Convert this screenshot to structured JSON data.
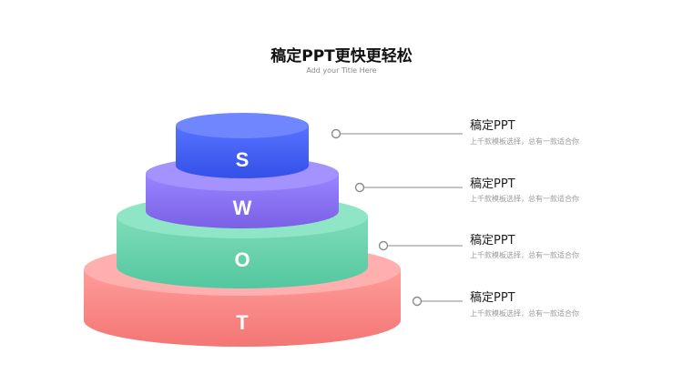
{
  "header": {
    "title": "稿定PPT更快更轻松",
    "subtitle": "Add your Title Here"
  },
  "colors": {
    "s_top": "#6f86ff",
    "s_side": "#3452e6",
    "w_top": "#a492ff",
    "w_side": "#7b63e8",
    "o_top": "#8ee6c6",
    "o_side": "#55c9a2",
    "t_top": "#ffb0ae",
    "t_side": "#f07a78",
    "connector": "#8a8a8a"
  },
  "layers": [
    {
      "letter": "S",
      "icon": "circle-marker-icon"
    },
    {
      "letter": "W",
      "icon": "circle-marker-icon"
    },
    {
      "letter": "O",
      "icon": "circle-marker-icon"
    },
    {
      "letter": "T",
      "icon": "circle-marker-icon"
    }
  ],
  "items": [
    {
      "title": "稿定PPT",
      "desc": "上千款模板选择，总有一款适合你"
    },
    {
      "title": "稿定PPT",
      "desc": "上千款模板选择，总有一款适合你"
    },
    {
      "title": "稿定PPT",
      "desc": "上千款模板选择，总有一款适合你"
    },
    {
      "title": "稿定PPT",
      "desc": "上千款模板选择，总有一款适合你"
    }
  ]
}
